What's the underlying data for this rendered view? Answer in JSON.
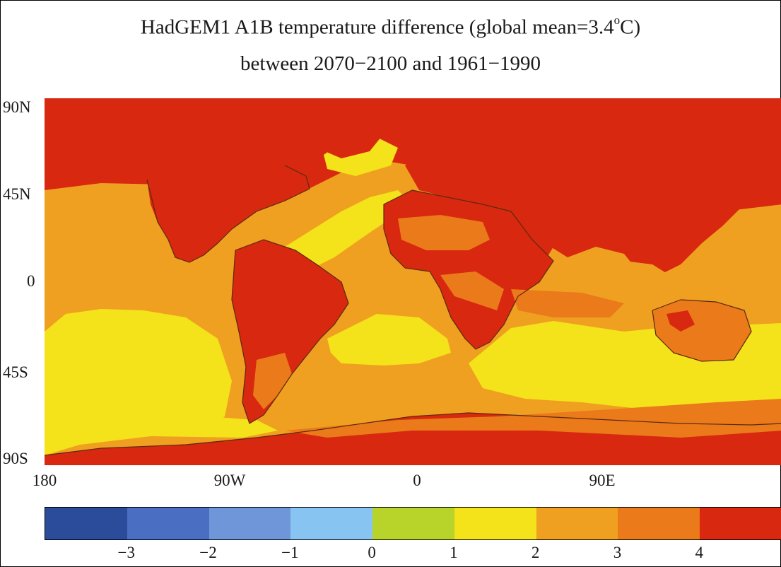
{
  "title": {
    "line1_prefix": "HadGEM1 A1B temperature difference (global mean=3.4",
    "line1_degree": "o",
    "line1_suffix": "C)",
    "line2": "between 2070−2100 and 1961−1990"
  },
  "axes": {
    "lat_labels": [
      "90N",
      "45N",
      "0",
      "45S",
      "90S"
    ],
    "lon_labels": [
      "180",
      "90W",
      "0",
      "90E"
    ]
  },
  "colorbar": {
    "tick_labels": [
      "−3",
      "−2",
      "−1",
      "0",
      "1",
      "2",
      "3",
      "4"
    ],
    "colors": [
      "#2a4c9a",
      "#4a6ec2",
      "#6e96d8",
      "#88c4f2",
      "#b8d42a",
      "#f4e21a",
      "#f0a020",
      "#ea7a1a",
      "#d82810"
    ]
  },
  "colors": {
    "frame": "#000000",
    "coast": "#5a2a10",
    "land_hot": "#d82810"
  }
}
